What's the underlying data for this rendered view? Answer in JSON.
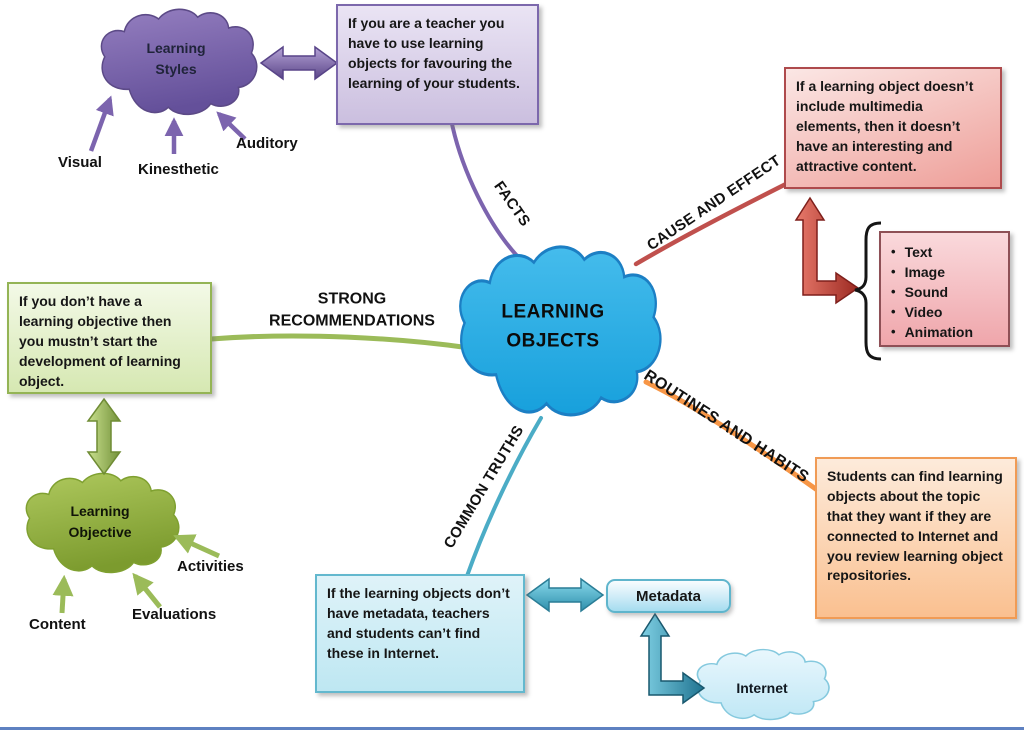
{
  "center_node": {
    "line1": "LEARNING",
    "line2": "OBJECTS",
    "color": "#29ABE2"
  },
  "branch_labels": {
    "facts": "FACTS",
    "cause_and_effect": "CAUSE AND EFFECT",
    "strong_line1": "STRONG",
    "strong_line2": "RECOMMENDATIONS",
    "routines_and_habits": "ROUTINES AND HABITS",
    "common_truths": "COMMON TRUTHS"
  },
  "branch_colors": {
    "facts": "#7C64AE",
    "cause_and_effect": "#C0504D",
    "strong_recommendations": "#9BBB59",
    "routines_and_habits": "#F79646",
    "common_truths": "#4BACC6"
  },
  "clouds": {
    "learning_styles": {
      "line1": "Learning",
      "line2": "Styles",
      "color": "#7B66AC"
    },
    "learning_objective": {
      "line1": "Learning",
      "line2": "Objective",
      "color": "#8FAE3C"
    },
    "internet": {
      "label": "Internet",
      "color": "#CDEBF8"
    }
  },
  "notes": {
    "teacher": "If you are a teacher you have to use learning objects for favouring the learning of your students.",
    "multimedia": "If a learning object doesn’t include multimedia elements, then it doesn’t have an interesting and attractive content.",
    "objective": "If you don’t have a learning objective then you mustn’t start the development of learning object.",
    "students": "Students can find learning objects about the topic that they want if they are connected to Internet and you review learning object repositories.",
    "metadata": "If the learning objects don’t have metadata, teachers and students can’t find these in Internet."
  },
  "multimedia_list": {
    "bullet": "•",
    "items": [
      "Text",
      "Image",
      "Sound",
      "Video",
      "Animation"
    ]
  },
  "metadata_node": "Metadata",
  "style_labels": {
    "visual": "Visual",
    "kinesthetic": "Kinesthetic",
    "auditory": "Auditory"
  },
  "objective_labels": {
    "content": "Content",
    "evaluations": "Evaluations",
    "activities": "Activities"
  }
}
